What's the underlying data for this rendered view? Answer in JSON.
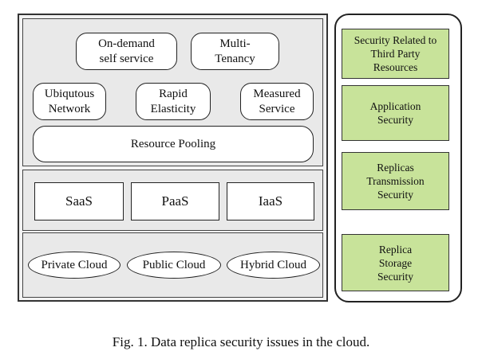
{
  "characteristics": {
    "on_demand": "On-demand\nself service",
    "multi_tenancy": "Multi-\nTenancy",
    "ubiquitous_network": "Ubiqutous\nNetwork",
    "rapid_elasticity": "Rapid\nElasticity",
    "measured_service": "Measured\nService",
    "resource_pooling": "Resource Pooling"
  },
  "service_models": [
    "SaaS",
    "PaaS",
    "IaaS"
  ],
  "deployment_models": [
    "Private Cloud",
    "Public Cloud",
    "Hybrid Cloud"
  ],
  "security_issues": [
    "Security Related to\nThird Party\nResources",
    "Application\nSecurity",
    "Replicas\nTransmission\nSecurity",
    "Replica\nStorage\nSecurity"
  ],
  "caption": "Fig. 1. Data replica security issues in the cloud.",
  "colors": {
    "security_box_fill": "#c8e39a",
    "panel_fill": "#e9e9e9"
  }
}
